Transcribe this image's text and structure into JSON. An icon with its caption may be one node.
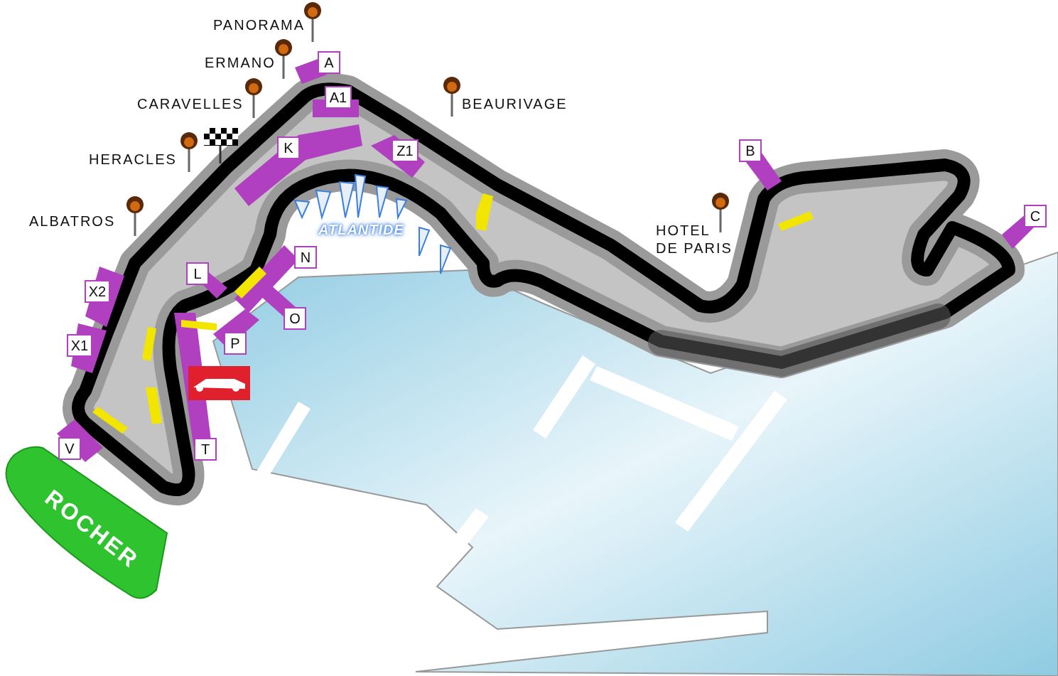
{
  "diagram": {
    "labels": [
      "PANORAMA",
      "A",
      "ERMANO",
      "A1",
      "CARAVELLES",
      "BEAURIVAGE",
      "HERACLES",
      "K",
      "Z1",
      "B",
      "ALBATROS",
      "C",
      "HOTEL DE PARIS",
      "ATLANTIDE",
      "L",
      "N",
      "X2",
      "O",
      "X1",
      "P",
      "T",
      "V",
      "ROCHER"
    ]
  }
}
